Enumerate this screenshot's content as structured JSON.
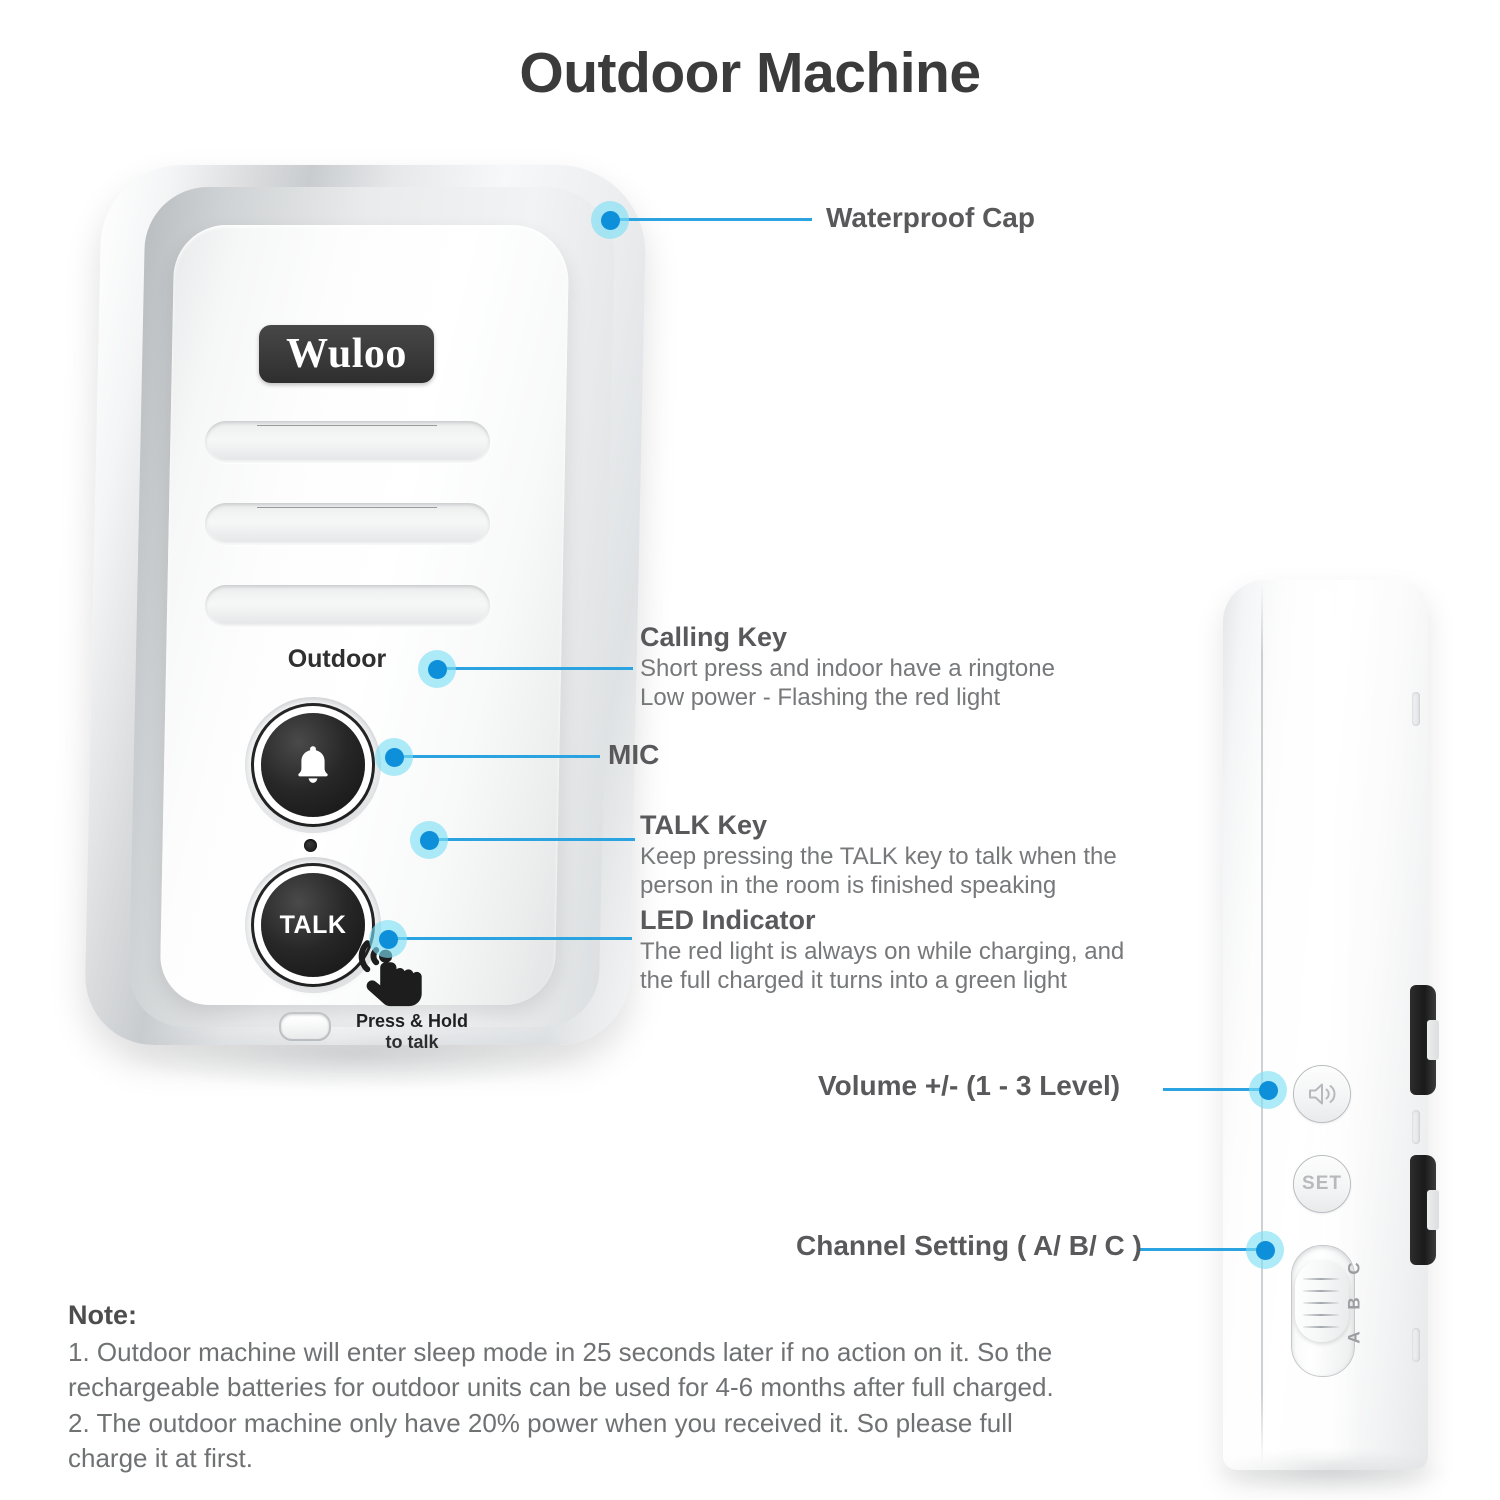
{
  "page": {
    "title": "Outdoor Machine"
  },
  "colors": {
    "accent_blue": "#0e8fda",
    "leader_blue": "#2aa3e0",
    "halo_blue": "#7adef6",
    "title_gray": "#3b3b3b",
    "heading_gray": "#59595b",
    "body_gray": "#77787a"
  },
  "device_front": {
    "brand": "Wuloo",
    "model_label": "Outdoor",
    "talk_button_label": "TALK",
    "press_hold_line1": "Press & Hold",
    "press_hold_line2": "to talk",
    "bell_icon": "bell-icon",
    "hand_icon": "pointing-hand-icon",
    "mic_icon": "mic-hole-icon",
    "led_icon": "led-indicator-icon"
  },
  "device_side": {
    "volume_icon": "speaker-icon",
    "set_button_label": "SET",
    "channel_letters": [
      "C",
      "B",
      "A"
    ]
  },
  "callouts": [
    {
      "id": "waterproof-cap",
      "heading": "Waterproof Cap",
      "lines": []
    },
    {
      "id": "calling-key",
      "heading": "Calling Key",
      "lines": [
        "Short press and indoor have a ringtone",
        "Low power - Flashing the red light"
      ]
    },
    {
      "id": "mic",
      "heading": "MIC",
      "lines": []
    },
    {
      "id": "talk-key",
      "heading": "TALK Key",
      "lines": [
        "Keep pressing the TALK key to talk when the",
        "person in the room is finished speaking"
      ]
    },
    {
      "id": "led-indicator",
      "heading": "LED Indicator",
      "lines": [
        "The red light is always on while charging, and",
        "the full charged it turns into a green light"
      ]
    },
    {
      "id": "volume",
      "heading": "Volume +/-   (1 - 3 Level)",
      "lines": []
    },
    {
      "id": "channel-setting",
      "heading": "Channel Setting ( A/ B/ C )",
      "lines": []
    }
  ],
  "notes": {
    "title": "Note:",
    "lines": [
      "1. Outdoor machine will enter sleep mode in 25 seconds later if no action on it. So the",
      "rechargeable batteries for outdoor units can be used for 4-6 months after full charged.",
      "2. The outdoor machine only have 20% power when you received it. So please full",
      "charge it at first."
    ]
  }
}
